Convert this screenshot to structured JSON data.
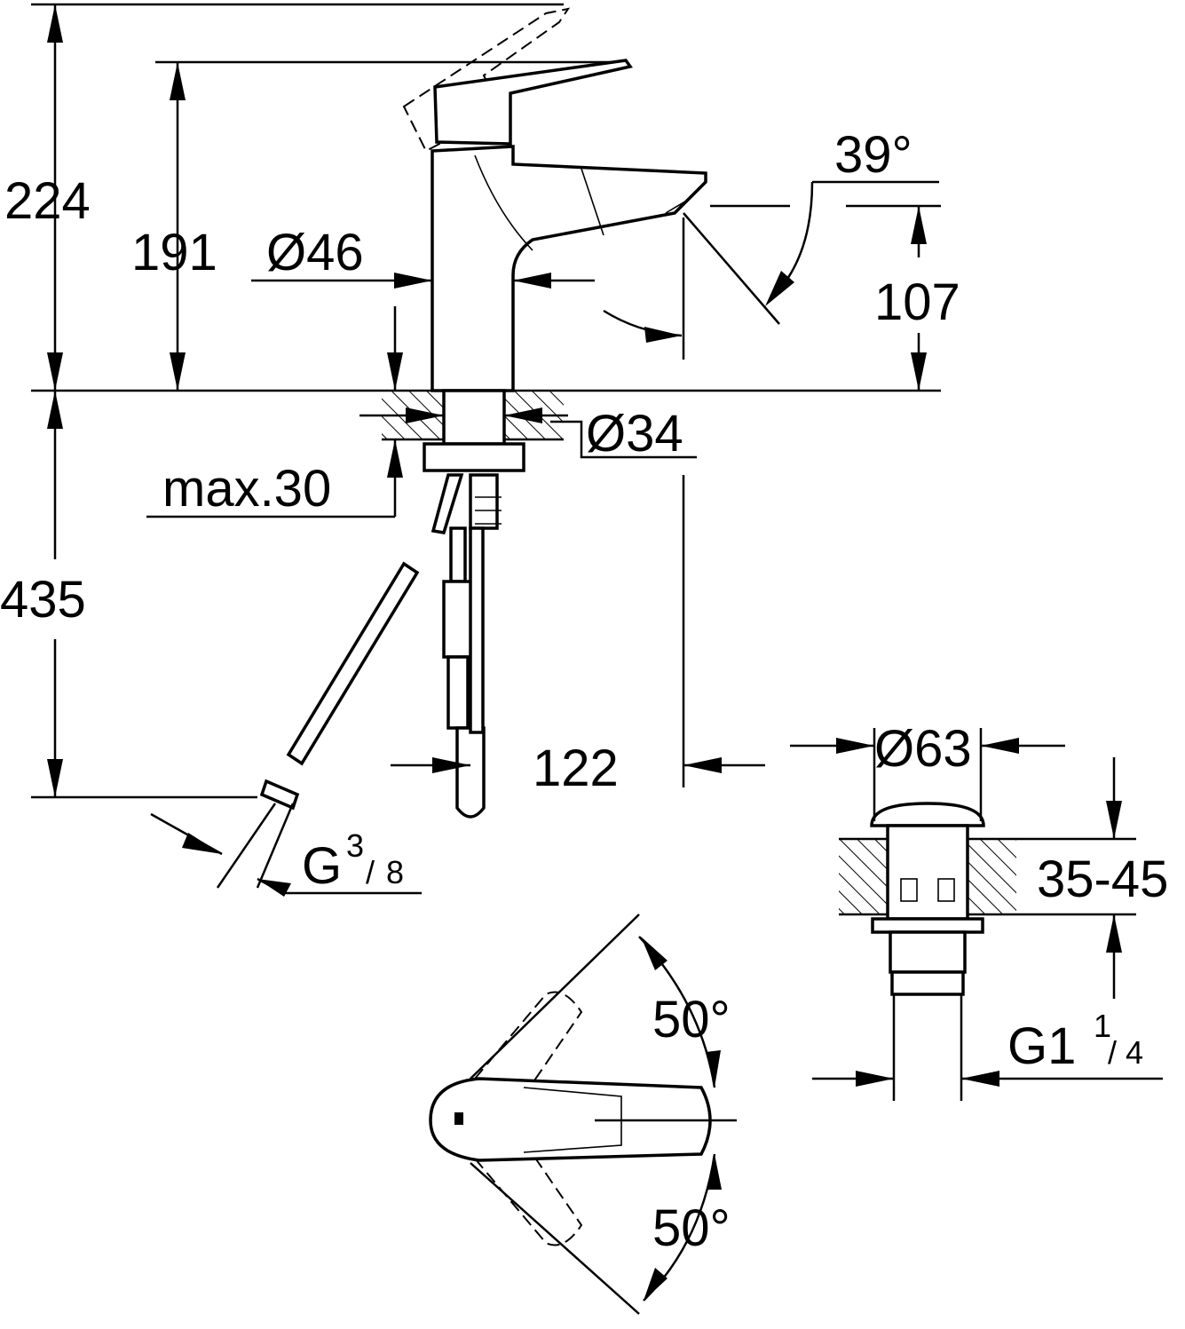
{
  "dimensions": {
    "total_height": "224",
    "spout_height": "191",
    "body_diameter": "Ø46",
    "spout_angle": "39°",
    "outlet_height": "107",
    "shank_diameter": "Ø34",
    "max_counter_thickness": "max.30",
    "hose_length": "435",
    "projection": "122",
    "hose_thread_g": "G",
    "hose_thread_num": "3",
    "hose_thread_den": "8",
    "waste_diameter": "Ø63",
    "basin_thickness": "35-45",
    "waste_thread_g": "G1",
    "waste_thread_num": "1",
    "waste_thread_den": "4",
    "lever_angle_left": "50°",
    "lever_angle_right": "50°"
  }
}
